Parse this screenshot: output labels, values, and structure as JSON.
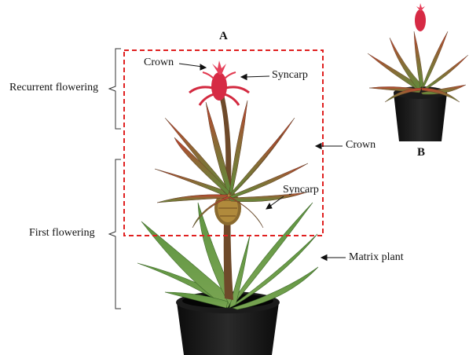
{
  "panels": {
    "a": "A",
    "b": "B"
  },
  "labels": {
    "crown_top": "Crown",
    "syncarp_top": "Syncarp",
    "crown_mid": "Crown",
    "syncarp_mid": "Syncarp",
    "matrix_plant": "Matrix plant"
  },
  "brackets": {
    "recurrent": "Recurrent flowering",
    "first": "First flowering"
  },
  "colors": {
    "dashed_box": "#e02020",
    "leaf_green": "#5b8a3a",
    "leaf_red": "#b23a2a",
    "inflorescence": "#e2304a",
    "pot": "#151515"
  }
}
